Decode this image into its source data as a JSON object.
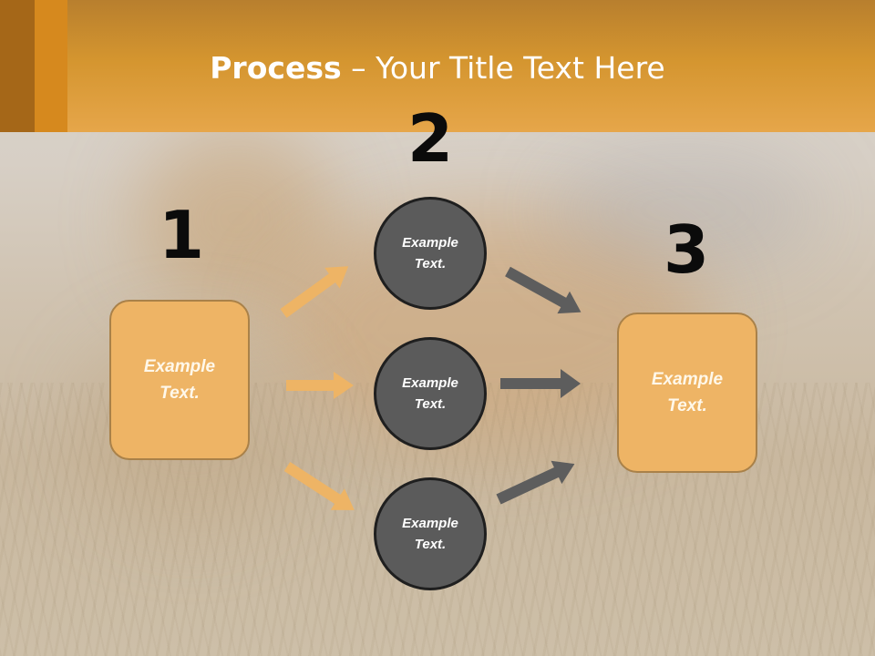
{
  "slide": {
    "title_bold": "Process",
    "title_rest": " – Your Title Text Here"
  },
  "steps": {
    "one": "1",
    "two": "2",
    "three": "3"
  },
  "boxes": {
    "left": "Example\nText.",
    "right": "Example\nText."
  },
  "circles": [
    "Example\nText.",
    "Example\nText.",
    "Example\nText."
  ],
  "colors": {
    "header": "#e6a64a",
    "box_fill": "#eeb465",
    "circle_fill": "#5b5b5b",
    "arrow_orange": "#eeb465",
    "arrow_gray": "#5d5d5d"
  },
  "icons": {
    "arrow": "arrow-icon"
  }
}
